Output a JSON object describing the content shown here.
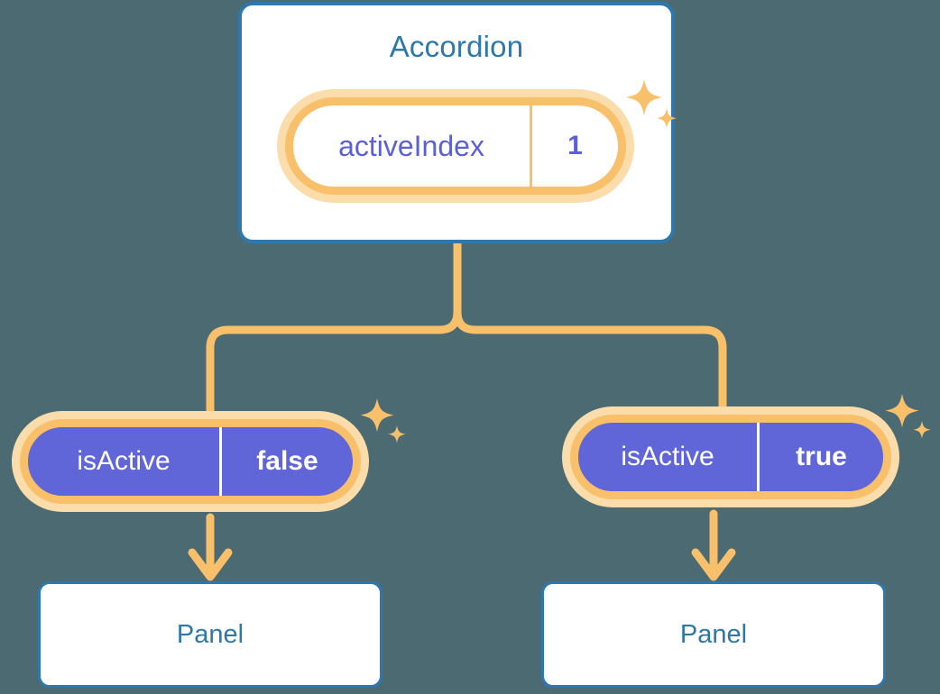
{
  "theme": {
    "background": "#4c6a72",
    "card_border": "#2e78b0",
    "card_text": "#2e78a8",
    "accent_orange": "#f8c06a",
    "accent_orange_soft": "#fbdcab",
    "state_purple": "#6066d8",
    "value_purple": "#5c60d8",
    "card_fill": "#ffffff"
  },
  "diagram": {
    "type": "component-state-tree",
    "root": {
      "title": "Accordion",
      "state": {
        "key": "activeIndex",
        "value": "1"
      }
    },
    "children": [
      {
        "state": {
          "key": "isActive",
          "value": "false"
        },
        "panel": {
          "title": "Panel"
        }
      },
      {
        "state": {
          "key": "isActive",
          "value": "true"
        },
        "panel": {
          "title": "Panel"
        }
      }
    ],
    "icons": {
      "sparkle": "sparkle-icon",
      "arrow": "arrow-down-icon"
    }
  }
}
